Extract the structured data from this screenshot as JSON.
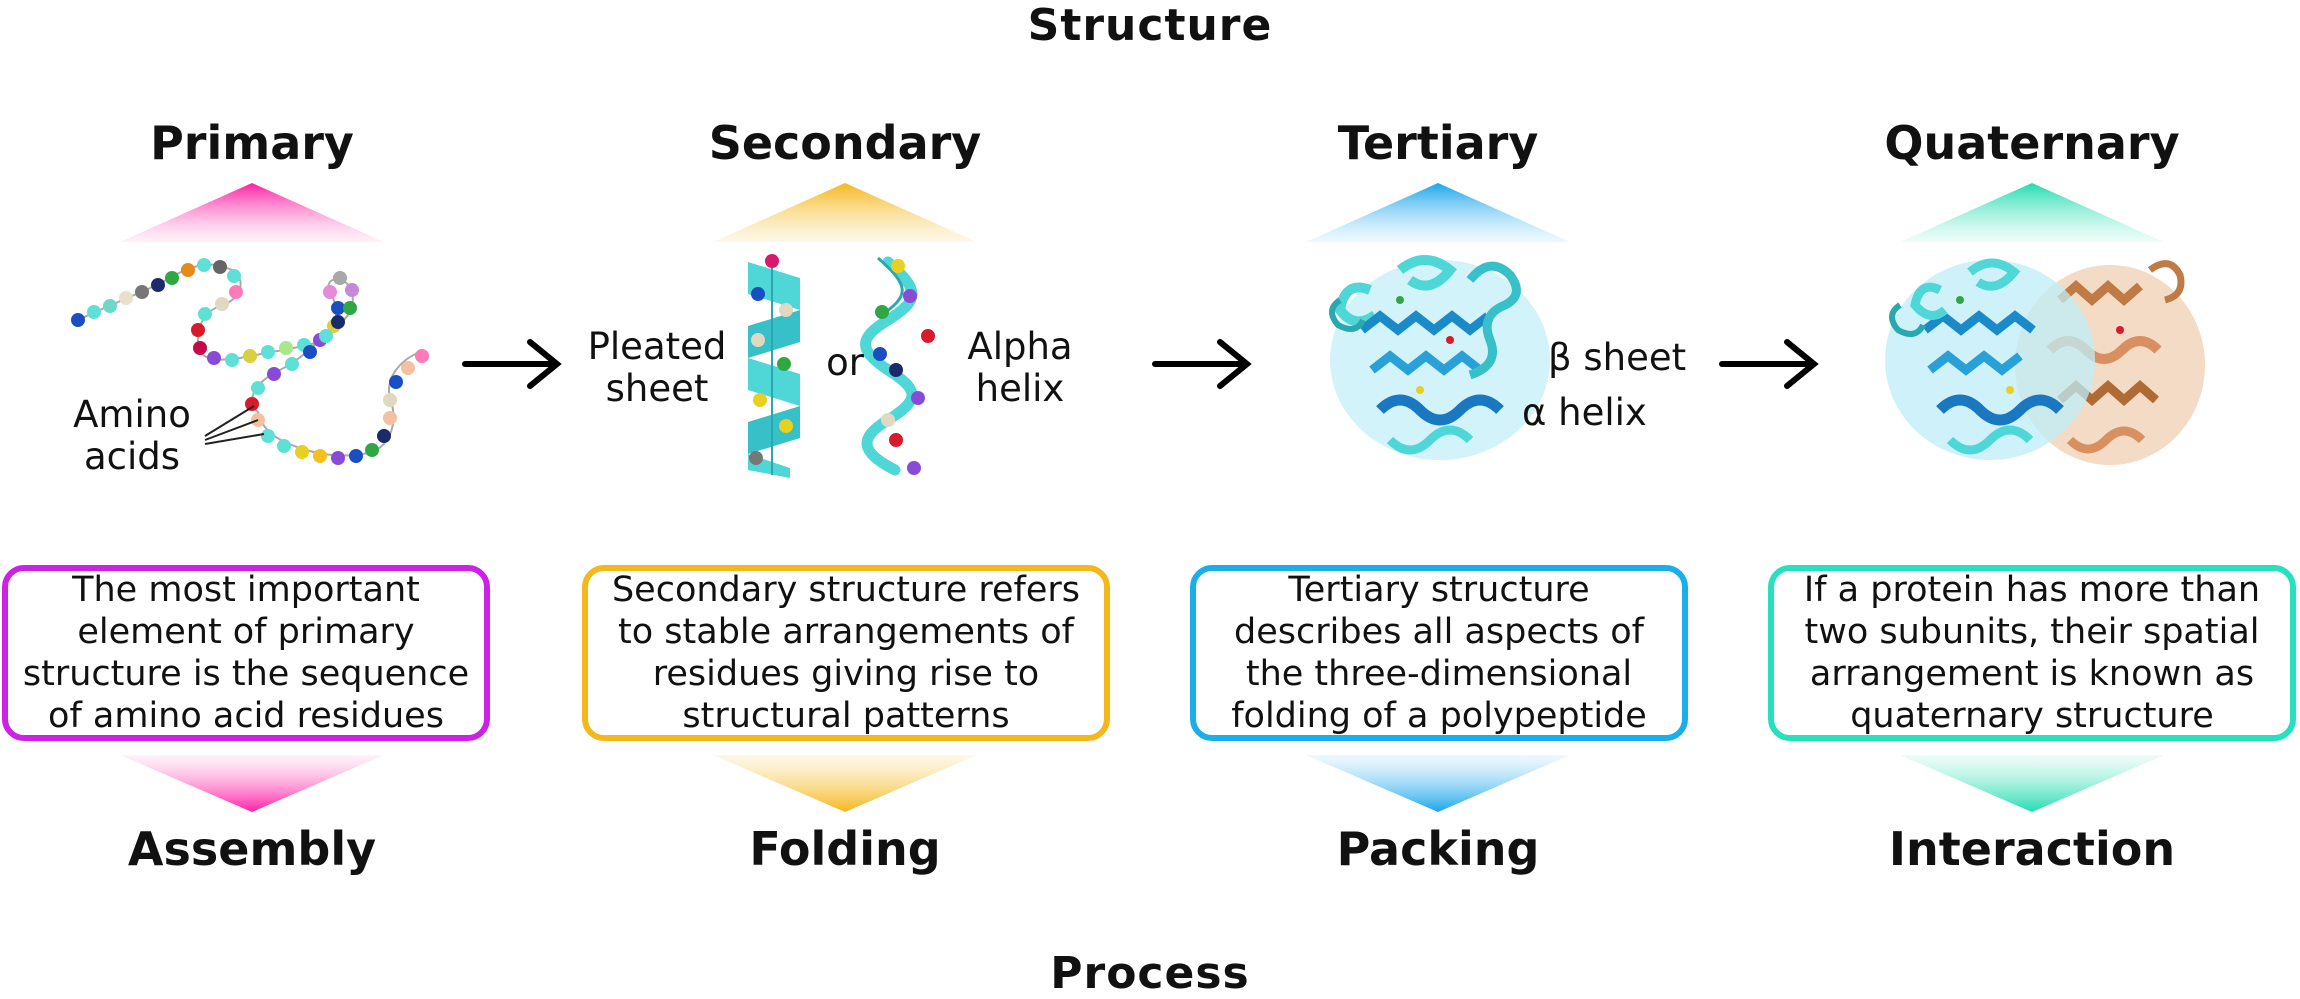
{
  "header": {
    "structure": "Structure",
    "process": "Process"
  },
  "colors": {
    "primary": "#cc22e6",
    "secondary": "#f4b81c",
    "tertiary": "#1aaeea",
    "quaternary": "#27e0c0",
    "primary_grad": "#ff2aa8",
    "tertiary_grad": "#2a9fe6",
    "quaternary_grad": "#2fe0b0",
    "protein_blue": "#1f8fd0",
    "protein_tan": "#d9a070"
  },
  "levels": [
    {
      "key": "primary",
      "title": "Primary",
      "process": "Assembly",
      "description": "The most important element of primary structure is the sequence of amino acid residues"
    },
    {
      "key": "secondary",
      "title": "Secondary",
      "process": "Folding",
      "description": "Secondary structure refers to stable arrangements of residues giving rise to structural patterns"
    },
    {
      "key": "tertiary",
      "title": "Tertiary",
      "process": "Packing",
      "description": "Tertiary structure describes all aspects of the three-dimensional folding of a polypeptide"
    },
    {
      "key": "quaternary",
      "title": "Quaternary",
      "process": "Interaction",
      "description": "If a protein has more than two subunits, their spatial arrangement is known as quaternary structure"
    }
  ],
  "labels": {
    "amino_line1": "Amino",
    "amino_line2": "acids",
    "pleated_line1": "Pleated",
    "pleated_line2": "sheet",
    "or": "or",
    "alpha_line1": "Alpha",
    "alpha_line2": "helix",
    "beta_sheet": "β sheet",
    "alpha_helix": "α helix"
  },
  "icons": [
    "arrow-right-icon",
    "triangle-up-icon",
    "triangle-down-icon",
    "amino-chain-icon",
    "pleated-sheet-icon",
    "alpha-helix-icon",
    "tertiary-protein-icon",
    "quaternary-protein-icon"
  ]
}
